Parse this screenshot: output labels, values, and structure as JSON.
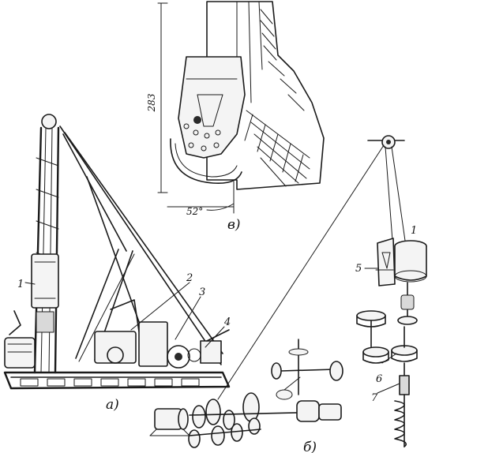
{
  "panels": {
    "a": "а)",
    "b": "б)",
    "v": "в)"
  },
  "dimensions": {
    "height": "283",
    "angle": "52°"
  },
  "callouts_a": {
    "c1": "1",
    "c2": "2",
    "c3": "3",
    "c4": "4"
  },
  "callouts_b": {
    "c1": "1",
    "c5": "5",
    "c6": "6",
    "c7": "7"
  }
}
